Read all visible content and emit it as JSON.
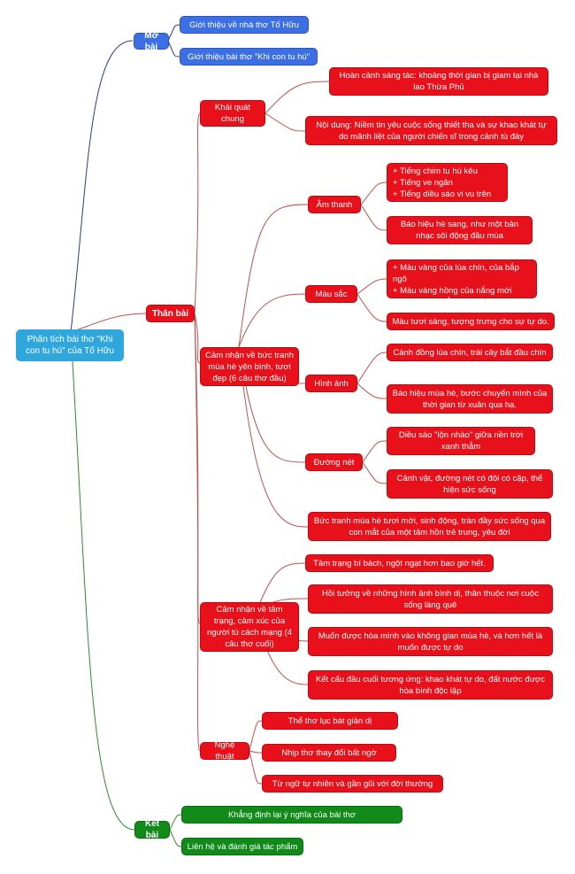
{
  "root": "Phân tích bài thơ \"Khi con tu hú\" của Tố Hữu",
  "mo_bai": {
    "label": "Mở bài",
    "items": [
      "Giới thiệu về nhà thơ Tố Hữu",
      "Giới thiệu bài thơ \"Khi con tu hú\""
    ]
  },
  "than_bai": {
    "label": "Thân bài",
    "khai_quat": {
      "label": "Khái quát chung",
      "items": [
        "Hoàn cảnh sáng tác: khoảng thời gian bị giam tại nhà lao Thừa Phủ",
        "Nội dung: Niềm tin yêu cuộc sống thiết tha và sự khao khát tự do mãnh liệt của người chiến sĩ trong cảnh tù đày"
      ]
    },
    "buc_tranh": {
      "label": "Cảm nhận về bức tranh mùa hè yên bình, tươi đẹp (6 câu thơ đầu)",
      "am_thanh": {
        "label": "Âm thanh",
        "list": [
          "+ Tiếng chim tu hú kêu",
          "+ Tiếng ve ngân",
          "+ Tiếng diều sáo vi vu trên trời"
        ],
        "note": "Báo hiệu hè sang, như một bản nhạc sôi động đầu mùa"
      },
      "mau_sac": {
        "label": "Màu sắc",
        "list": [
          "+ Màu vàng của lúa chín, của bắp ngô",
          "+ Màu vàng hồng của nắng mới",
          "+ Màu xanh thẳm của bầu trời"
        ],
        "note": "Màu tươi sáng, tượng trưng cho sự tự do."
      },
      "hinh_anh": {
        "label": "Hình ảnh",
        "items": [
          "Cánh đồng lúa chín, trái cây bắt đầu chín",
          "Báo hiệu mùa hè, bước chuyển mình của thời gian từ xuân qua hạ."
        ]
      },
      "duong_net": {
        "label": "Đường nét",
        "items": [
          "Diều sáo \"lộn nhào\" giữa nền trời xanh thẳm",
          "Cảnh vật, đường nét có đôi có cặp, thể hiện sức sống"
        ]
      },
      "summary": "Bức tranh mùa hè tươi mới, sinh động, tràn đầy sức sống qua con mắt của một tâm hồn trẻ trung, yêu đời"
    },
    "tam_trang": {
      "label": "Cảm nhận về tâm trạng, cảm xúc của người tù cách mạng (4 câu thơ cuối)",
      "items": [
        "Tâm trạng bí bách, ngột ngạt hơn bao giờ hết.",
        "Hồi tưởng về những hình ảnh bình dị, thân thuộc nơi cuộc sống làng quê",
        "Muốn được hòa mình vào không gian mùa hè, và hơn hết là muốn được tự do",
        "Kết cấu đầu cuối tương ứng: khao khát tự do, đất nước được hòa bình độc lập"
      ]
    },
    "nghe_thuat": {
      "label": "Nghệ thuật",
      "items": [
        "Thể thơ lục bát giản dị",
        "Nhịp thơ thay đổi bất ngờ",
        "Từ ngữ tự nhiên và gần gũi với đời thường"
      ]
    }
  },
  "ket_bai": {
    "label": "Kết bài",
    "items": [
      "Khẳng định lại ý nghĩa của bài thơ",
      "Liên hệ và đánh giá tác phẩm"
    ]
  },
  "colors": {
    "root": "#2fa7dd",
    "mo_bai": "#3b6fe3",
    "than_bai": "#e8101a",
    "ket_bai": "#118a1a",
    "link_red": "#c0504d",
    "link_blue": "#2c3a8f",
    "link_green": "#2e8b2e"
  }
}
